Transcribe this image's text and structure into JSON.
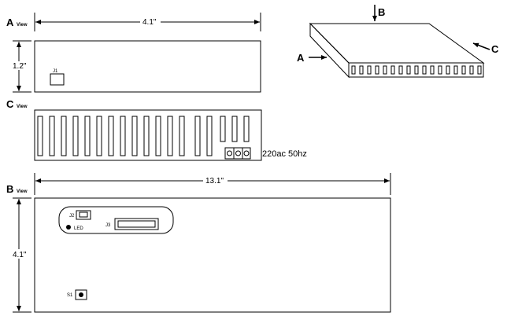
{
  "views": {
    "a": {
      "letter": "A",
      "suffix": "View",
      "width_label": "4.1\"",
      "height_label": "1.2\"",
      "connector": "J1"
    },
    "c": {
      "letter": "C",
      "suffix": "View",
      "power_label": "220ac 50hz"
    },
    "b": {
      "letter": "B",
      "suffix": "View",
      "width_label": "13.1\"",
      "height_label": "4.1\"",
      "connector_j2": "J2",
      "connector_j3": "J3",
      "led_label": "LED",
      "switch_label": "S1"
    }
  },
  "iso": {
    "arrow_a": "A",
    "arrow_b": "B",
    "arrow_c": "C"
  },
  "colors": {
    "line": "#000000",
    "background": "#ffffff"
  }
}
